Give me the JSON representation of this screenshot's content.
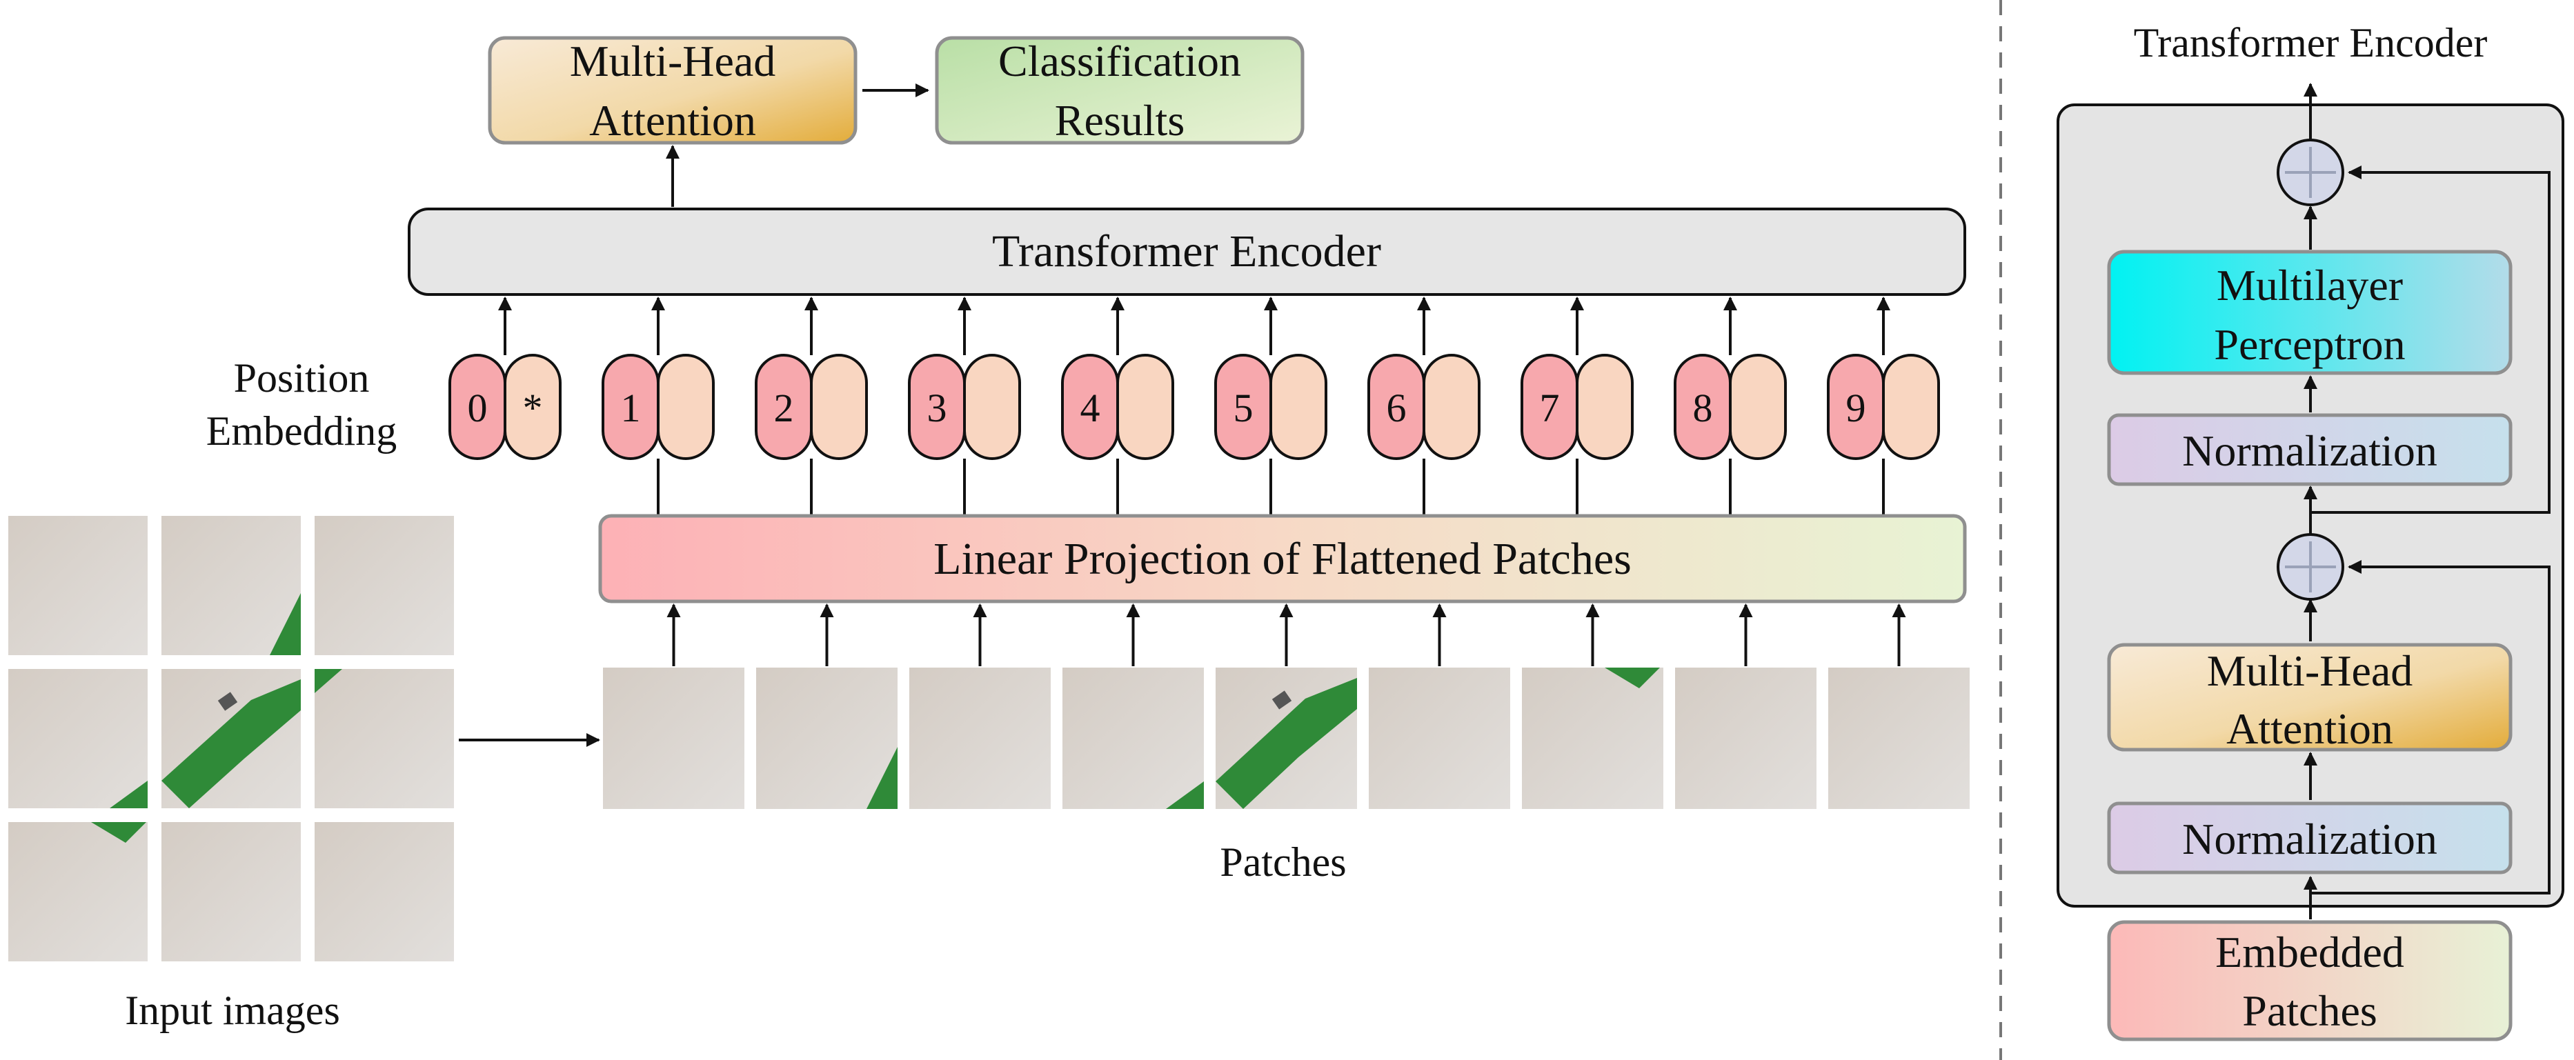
{
  "top": {
    "mha_line1": "Multi-Head",
    "mha_line2": "Attention",
    "cls_line1": "Classification",
    "cls_line2": "Results"
  },
  "main": {
    "encoder_label": "Transformer Encoder",
    "position_line1": "Position",
    "position_line2": "Embedding",
    "projection_label": "Linear Projection of Flattened Patches",
    "patches_label": "Patches",
    "input_label": "Input images"
  },
  "tokens": [
    {
      "label": "0",
      "extra": "*"
    },
    {
      "label": "1",
      "extra": ""
    },
    {
      "label": "2",
      "extra": ""
    },
    {
      "label": "3",
      "extra": ""
    },
    {
      "label": "4",
      "extra": ""
    },
    {
      "label": "5",
      "extra": ""
    },
    {
      "label": "6",
      "extra": ""
    },
    {
      "label": "7",
      "extra": ""
    },
    {
      "label": "8",
      "extra": ""
    },
    {
      "label": "9",
      "extra": ""
    }
  ],
  "encoder_detail": {
    "title": "Transformer Encoder",
    "mlp_line1": "Multilayer",
    "mlp_line2": "Perceptron",
    "norm_upper": "Normalization",
    "mha_line1": "Multi-Head",
    "mha_line2": "Attention",
    "norm_lower": "Normalization",
    "embedded_line1": "Embedded",
    "embedded_line2": "Patches"
  },
  "colors": {
    "position_token": "#f7a8ad",
    "patch_token": "#f9d6c1",
    "encoder_fill": "#e6e6e6",
    "mlp_fill": "#00f0f0",
    "norm_fill": "#d8c7e8",
    "mha_fill": "#e8b84c",
    "cls_fill": "#c5e3b4",
    "projection_start": "#fdb4b8",
    "projection_end": "#e9f3d6",
    "bottle_green": "#2f8a38"
  }
}
